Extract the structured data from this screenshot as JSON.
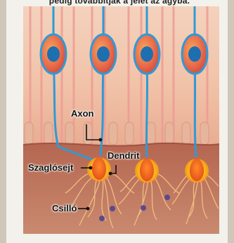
{
  "caption": "pedig továbbítják a jelet az agyba.",
  "labels": {
    "axon": "Axon",
    "dendrit": "Dendrit",
    "szaglosejt": "Szaglósejt",
    "csillo": "Csilló"
  },
  "colors": {
    "epithelium": "#f2c9b2",
    "epithelium_stripe": "#ec9b95",
    "mucus_layer": "#b5614c",
    "cell_body_support": "#e9734b",
    "nucleus": "#1d6fb0",
    "axon": "#2f9ad6",
    "receptor_glow": "#ffc21e",
    "receptor_core": "#f2701d",
    "cilia": "#f4c489"
  }
}
